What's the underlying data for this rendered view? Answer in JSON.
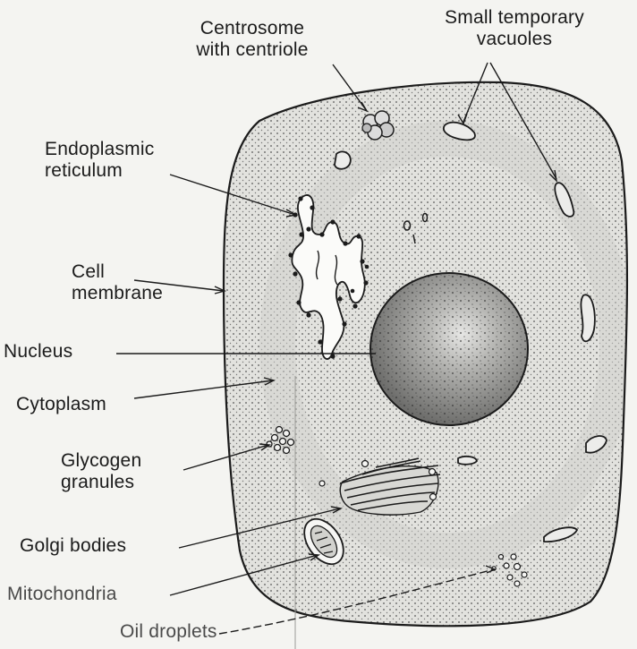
{
  "labels": {
    "centrosome": {
      "line1": "Centrosome",
      "line2": "with centriole"
    },
    "vacuoles": {
      "line1": "Small temporary",
      "line2": "vacuoles"
    },
    "er": {
      "line1": "Endoplasmic",
      "line2": "reticulum"
    },
    "membrane": {
      "line1": "Cell",
      "line2": "membrane"
    },
    "nucleus": "Nucleus",
    "cytoplasm": "Cytoplasm",
    "glycogen": {
      "line1": "Glycogen",
      "line2": "granules"
    },
    "golgi": "Golgi bodies",
    "mitochondria": "Mitochondria",
    "oil": "Oil droplets"
  },
  "colors": {
    "ink": "#1b1b1b",
    "paper": "#f4f4f1",
    "cytoplasm": "#e2e2de",
    "nucleus": "#8c8c8a",
    "nucleus_light": "#d8d8d6",
    "er_fill": "#fbfbf9"
  }
}
